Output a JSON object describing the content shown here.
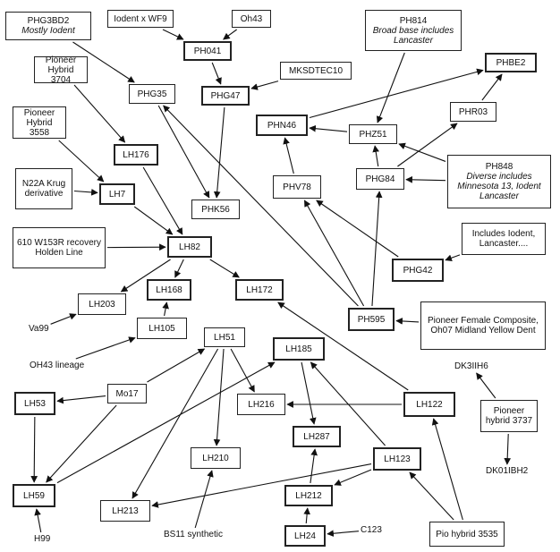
{
  "nodes": {
    "PHG3BD2": {
      "title": "PHG3BD2",
      "sub": "Mostly Iodent"
    },
    "IodentWF9": {
      "title": "Iodent x WF9"
    },
    "Oh43top": {
      "title": "Oh43"
    },
    "PH814": {
      "title": "PH814",
      "sub": "Broad base includes Lancaster"
    },
    "Pioneer3704": {
      "title": "Pioneer Hybrid 3704"
    },
    "PH041": {
      "title": "PH041"
    },
    "MKSDTEC10": {
      "title": "MKSDTEC10"
    },
    "PHBE2": {
      "title": "PHBE2"
    },
    "PHG35": {
      "title": "PHG35"
    },
    "PHG47": {
      "title": "PHG47"
    },
    "PHR03": {
      "title": "PHR03"
    },
    "Pioneer3558": {
      "title": "Pioneer Hybrid 3558"
    },
    "PHN46": {
      "title": "PHN46"
    },
    "PHZ51": {
      "title": "PHZ51"
    },
    "LH176": {
      "title": "LH176"
    },
    "PH848": {
      "title": "PH848",
      "sub": "Diverse includes Minnesota 13, Iodent Lancaster"
    },
    "N22A": {
      "title": "N22A Krug derivative"
    },
    "LH7": {
      "title": "LH7"
    },
    "PHV78": {
      "title": "PHV78"
    },
    "PHG84": {
      "title": "PHG84"
    },
    "PHK56": {
      "title": "PHK56"
    },
    "610W153R": {
      "title": "610 W153R recovery Holden Line"
    },
    "LH82": {
      "title": "LH82"
    },
    "IncludesIodent": {
      "title": "Includes Iodent, Lancaster...."
    },
    "PHG42": {
      "title": "PHG42"
    },
    "LH168": {
      "title": "LH168"
    },
    "LH172": {
      "title": "LH172"
    },
    "LH203": {
      "title": "LH203"
    },
    "PH595": {
      "title": "PH595"
    },
    "PioneerFemale": {
      "title": "Pioneer Female Composite, Oh07 Midland Yellow Dent"
    },
    "LH105": {
      "title": "LH105"
    },
    "LH51": {
      "title": "LH51"
    },
    "LH185": {
      "title": "LH185"
    },
    "Mo17": {
      "title": "Mo17"
    },
    "LH53": {
      "title": "LH53"
    },
    "LH216": {
      "title": "LH216"
    },
    "LH122": {
      "title": "LH122"
    },
    "Pioneer3737": {
      "title": "Pioneer hybrid 3737"
    },
    "LH287": {
      "title": "LH287"
    },
    "LH210": {
      "title": "LH210"
    },
    "LH123": {
      "title": "LH123"
    },
    "LH59": {
      "title": "LH59"
    },
    "LH212": {
      "title": "LH212"
    },
    "LH213": {
      "title": "LH213"
    },
    "LH24": {
      "title": "LH24"
    },
    "Pio3535": {
      "title": "Pio hybrid 3535"
    }
  },
  "labels": {
    "Va99": "Va99",
    "OH43lineage": "OH43 lineage",
    "DK3IIH6": "DK3IIH6",
    "DK01IBH2": "DK01IBH2",
    "H99": "H99",
    "BS11": "BS11 synthetic",
    "C123": "C123"
  },
  "edges": [
    [
      "PHG3BD2",
      "PHG35"
    ],
    [
      "IodentWF9",
      "PH041"
    ],
    [
      "Oh43top",
      "PH041"
    ],
    [
      "PH041",
      "PHG47"
    ],
    [
      "MKSDTEC10",
      "PHG47"
    ],
    [
      "PHG47",
      "PHK56"
    ],
    [
      "PHG35",
      "PHK56"
    ],
    [
      "Pioneer3704",
      "LH176"
    ],
    [
      "Pioneer3558",
      "LH7"
    ],
    [
      "N22A",
      "LH7"
    ],
    [
      "LH7",
      "LH82"
    ],
    [
      "LH176",
      "LH82"
    ],
    [
      "610W153R",
      "LH82"
    ],
    [
      "LH82",
      "LH168"
    ],
    [
      "LH82",
      "LH172"
    ],
    [
      "LH82",
      "LH203"
    ],
    [
      "LH105",
      "LH168"
    ],
    [
      "Va99",
      "LH203"
    ],
    [
      "OH43lineage",
      "LH105"
    ],
    [
      "PH814",
      "PHZ51"
    ],
    [
      "PHN46",
      "PHBE2"
    ],
    [
      "PHR03",
      "PHBE2"
    ],
    [
      "PHZ51",
      "PHN46"
    ],
    [
      "PHG84",
      "PHR03"
    ],
    [
      "PH848",
      "PHZ51"
    ],
    [
      "PH848",
      "PHG84"
    ],
    [
      "PHG84",
      "PHZ51"
    ],
    [
      "PHV78",
      "PHN46"
    ],
    [
      "PH595",
      "PHV78"
    ],
    [
      "PHG42",
      "PHV78"
    ],
    [
      "IncludesIodent",
      "PHG42"
    ],
    [
      "PH595",
      "PHG35"
    ],
    [
      "PH595",
      "PHG84"
    ],
    [
      "PioneerFemale",
      "PH595"
    ],
    [
      "LH122",
      "LH172"
    ],
    [
      "LH122",
      "LH216"
    ],
    [
      "LH51",
      "LH216"
    ],
    [
      "LH51",
      "LH210"
    ],
    [
      "LH51",
      "LH213"
    ],
    [
      "Mo17",
      "LH51"
    ],
    [
      "Mo17",
      "LH53"
    ],
    [
      "Mo17",
      "LH59"
    ],
    [
      "LH53",
      "LH59"
    ],
    [
      "LH59",
      "LH185"
    ],
    [
      "LH123",
      "LH185"
    ],
    [
      "LH185",
      "LH287"
    ],
    [
      "LH212",
      "LH287"
    ],
    [
      "LH123",
      "LH212"
    ],
    [
      "LH123",
      "LH213"
    ],
    [
      "LH24",
      "LH212"
    ],
    [
      "C123",
      "LH24"
    ],
    [
      "Pio3535",
      "LH122"
    ],
    [
      "Pio3535",
      "LH123"
    ],
    [
      "BS11",
      "LH210"
    ],
    [
      "H99",
      "LH59"
    ],
    [
      "Pioneer3737",
      "DK3IIH6"
    ],
    [
      "Pioneer3737",
      "DK01IBH2"
    ]
  ]
}
